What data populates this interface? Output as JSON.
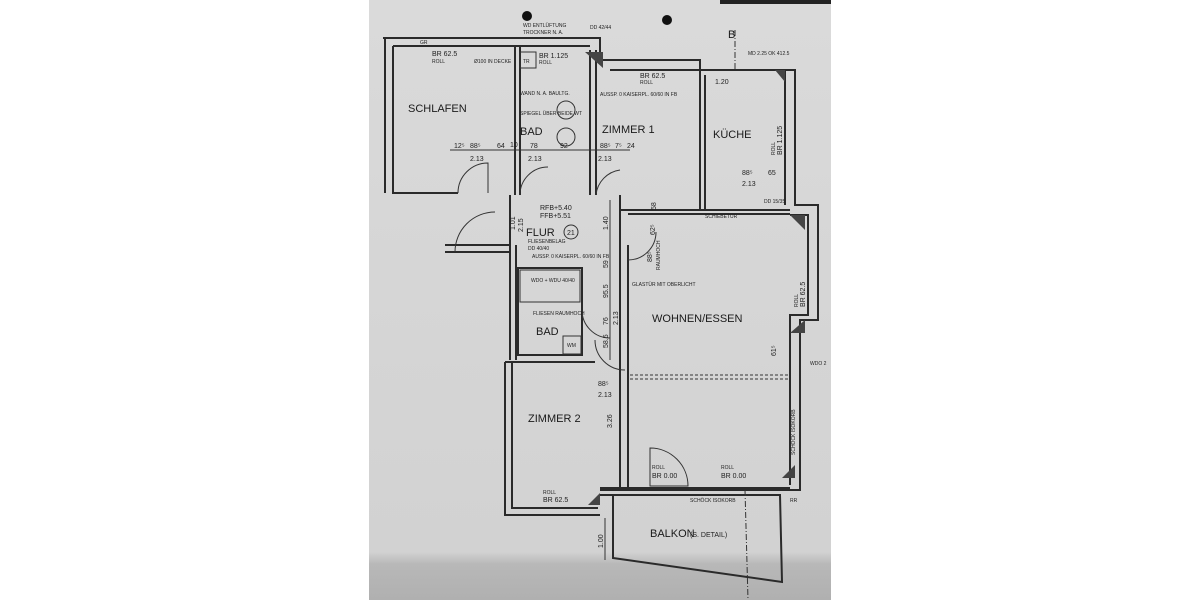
{
  "colors": {
    "paper": "#d6d6d6",
    "paper_shadow": "#b4b4b4",
    "ink": "#2a2a2a",
    "background": "#ffffff"
  },
  "rooms": {
    "schlafen": "SCHLAFEN",
    "bad1": "BAD",
    "zimmer1": "ZIMMER 1",
    "kueche": "KÜCHE",
    "flur": "FLUR",
    "flur_number": "21",
    "bad2": "BAD",
    "wohnen": "WOHNEN/ESSEN",
    "zimmer2": "ZIMMER 2",
    "balkon": "BALKON",
    "balkon_note": "(S. DETAIL)"
  },
  "annotations": {
    "entlueftung": "WD ENTLÜFTUNG",
    "trockner": "TROCKNER N. A.",
    "dd_top": "DD 42/44",
    "section_marker": "B",
    "md_top": "MD 2.25 OK 412.5",
    "br_schlafen": "BR 62.5",
    "roll_schlafen": "ROLL",
    "decke": "Ø100 IN DECKE",
    "br_bad": "BR 1.125",
    "roll_bad": "ROLL",
    "tr": "TR",
    "ausspar_top": "AUSSP. 0 KAISERPL. 60/60 IN FB",
    "br_zimmer1": "BR 62.5",
    "roll_zimmer1": "ROLL",
    "wand": "WAND N. A. BAULTG.",
    "spiegel": "SPIEGEL ÜBER BEIDE WT",
    "br_kueche": "BR 1.125",
    "roll_kueche": "ROLL",
    "rfb": "RFB+5.40",
    "ffb": "FFB+5.51",
    "fliesenbelag": "FLIESENBELAG",
    "dd_flur": "DD 40/40",
    "ausspar_flur": "AUSSP. 0 KAISERPL. 60/60 IN FB",
    "wdo": "WDO + WDU 40/40",
    "fliesen_raumhoch": "FLIESEN RAUMHOCH",
    "wm": "WM",
    "glastuer": "GLASTÜR MIT OBERLICHT",
    "raumhoch": "RAUMHOCH",
    "schiebetuer": "SCHIEBETÜR",
    "dd_kueche": "DD 15/35",
    "br_wohnen": "BR 62.5",
    "roll_wohnen": "ROLL",
    "wdo2": "WDO 2",
    "schoeck_side": "SCHÖCK ISOKORB",
    "roll_bal1": "ROLL",
    "br_bal1": "BR 0.00",
    "roll_bal2": "ROLL",
    "br_bal2": "BR 0.00",
    "schoeck_bottom": "SCHÖCK ISOKORB",
    "br_zimmer2": "BR 62.5",
    "roll_zimmer2": "ROLL",
    "rr": "RR",
    "gr": "GR"
  },
  "dimensions": {
    "d_125": "12⁵",
    "d_885a": "88⁵",
    "d_64": "64",
    "d_10": "10",
    "d_78": "78",
    "d_92": "92",
    "d_885b": "88⁵",
    "d_75": "7⁵",
    "d_24": "24",
    "d_213a": "2.13",
    "d_213b": "2.13",
    "d_213c": "2.13",
    "d_120": "1.20",
    "d_885k": "88⁵",
    "d_65": "65",
    "d_213k": "2.13",
    "d_140": "1.40",
    "d_59": "59",
    "d_955": "95.5",
    "d_76": "76",
    "d_213v": "2.13",
    "d_585": "58.5",
    "d_58": "58",
    "d_625": "62⁵",
    "d_885d": "88⁵",
    "d_615": "61⁵",
    "d_101": "1.01",
    "d_215": "2.15",
    "d_885z": "88⁵",
    "d_213z": "2.13",
    "d_326": "3.26",
    "d_100": "1.00"
  }
}
